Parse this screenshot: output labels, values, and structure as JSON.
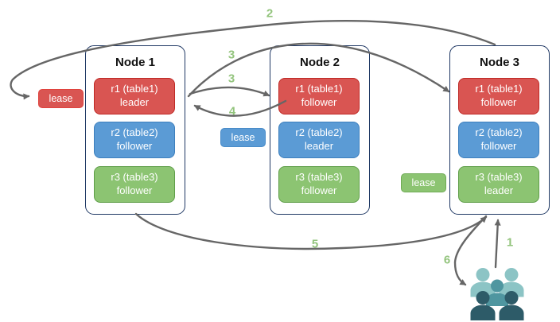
{
  "diagram": {
    "nodes": [
      {
        "title": "Node 1",
        "replicas": [
          {
            "name": "r1 (table1)",
            "role": "leader",
            "color": "red"
          },
          {
            "name": "r2 (table2)",
            "role": "follower",
            "color": "blue"
          },
          {
            "name": "r3 (table3)",
            "role": "follower",
            "color": "green"
          }
        ]
      },
      {
        "title": "Node 2",
        "replicas": [
          {
            "name": "r1 (table1)",
            "role": "follower",
            "color": "red"
          },
          {
            "name": "r2 (table2)",
            "role": "leader",
            "color": "blue"
          },
          {
            "name": "r3 (table3)",
            "role": "follower",
            "color": "green"
          }
        ]
      },
      {
        "title": "Node 3",
        "replicas": [
          {
            "name": "r1 (table1)",
            "role": "follower",
            "color": "red"
          },
          {
            "name": "r2 (table2)",
            "role": "follower",
            "color": "blue"
          },
          {
            "name": "r3 (table3)",
            "role": "leader",
            "color": "green"
          }
        ]
      }
    ],
    "leases": {
      "table1": "lease",
      "table2": "lease",
      "table3": "lease"
    },
    "steps": {
      "s1": "1",
      "s2": "2",
      "s3a": "3",
      "s3b": "3",
      "s4": "4",
      "s5": "5",
      "s6": "6"
    },
    "icons": {
      "users": "users-group-icon"
    },
    "colors": {
      "replica_red": "#d95552",
      "replica_red_border": "#bf2a26",
      "replica_blue": "#5b9bd5",
      "replica_blue_border": "#3d7fbd",
      "replica_green": "#8cc472",
      "replica_green_border": "#5f9e49",
      "node_border": "#1f3864",
      "arrow_gray": "#666666",
      "step_label_green": "#93c47d",
      "users_light_teal": "#8cc4c5",
      "users_mid_teal": "#4f96a0",
      "users_dark_teal": "#2d5b68"
    }
  }
}
